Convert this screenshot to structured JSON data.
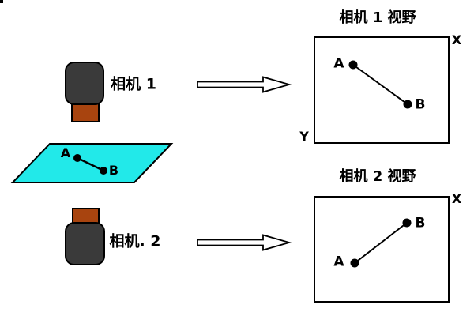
{
  "background": "#FFFFFF",
  "colors": {
    "plane_fill": "#22E9E9",
    "camera_body": "#3A3A3A",
    "camera_lens": "#A8440F",
    "outline": "#000000",
    "arrow_fill": "#FFFFFF"
  },
  "cameras": [
    {
      "label": "相机 1"
    },
    {
      "label": "相机. 2"
    }
  ],
  "plane": {
    "point_a": "A",
    "point_b": "B"
  },
  "icons": {
    "arrow_1": "hollow-right-arrow",
    "arrow_2": "hollow-right-arrow"
  },
  "views": [
    {
      "title": "相机 1 视野",
      "axis_x": "X",
      "axis_y": "Y",
      "point_a": "A",
      "point_b": "B"
    },
    {
      "title": "相机 2 视野",
      "axis_x": "X",
      "point_a": "A",
      "point_b": "B"
    }
  ]
}
